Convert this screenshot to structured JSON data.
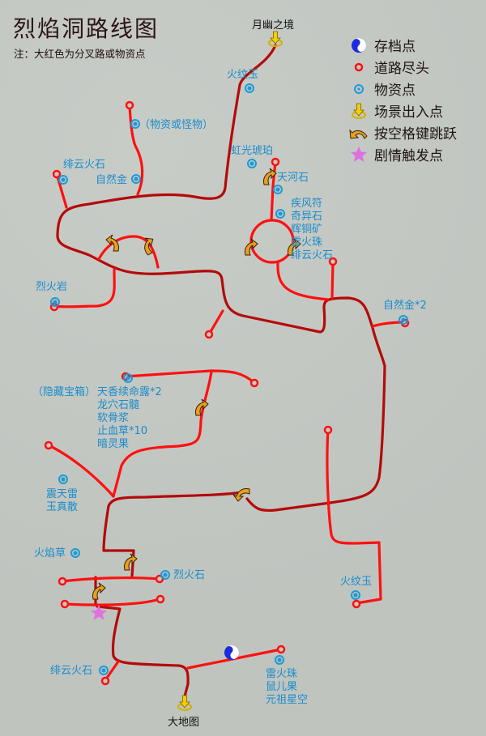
{
  "title": "烈焰洞路线图",
  "note": "注：大红色为分叉路或物资点",
  "colors": {
    "main_route": "#b40a0a",
    "branch_route": "#ff1010",
    "item_text": "#1b8ccc",
    "save_point": "#1a2be0",
    "jump_arrow": "#e8a020",
    "event_star": "#e070e0"
  },
  "legend": [
    {
      "icon": "yin-yang-icon",
      "label": "存档点"
    },
    {
      "icon": "red-ring-icon",
      "label": "道路尽头"
    },
    {
      "icon": "blue-target-icon",
      "label": "物资点"
    },
    {
      "icon": "down-arrow-ring-icon",
      "label": "场景出入点"
    },
    {
      "icon": "curved-arrow-icon",
      "label": "按空格键跳跃"
    },
    {
      "icon": "star-icon",
      "label": "剧情触发点"
    }
  ],
  "exits": {
    "top": "月幽之境",
    "bottom": "大地图"
  },
  "items": {
    "top_jade": "火纹玉",
    "item_or_monster": "（物资或怪物）",
    "feiyun_1": "绯云火石",
    "gold_1": "自然金",
    "amber": "虹光琥珀",
    "tianhe": "天河石",
    "cluster_right": [
      "疾风符",
      "奇异石",
      "辉铜矿",
      "雷火珠",
      "绯云火石"
    ],
    "lieyan_rock": "烈火岩",
    "gold_2": "自然金*2",
    "hidden_chest": "（隐藏宝箱）",
    "chest_items": [
      "天香续命露*2",
      "龙穴石髓",
      "软骨浆",
      "止血草*10",
      "暗灵果"
    ],
    "left_mid": [
      "震天雷",
      "玉真散"
    ],
    "flame_grass": "火焰草",
    "fire_stone": "烈火石",
    "bottom_jade": "火纹玉",
    "feiyun_2": "绯云火石",
    "bottom_right": [
      "雷火珠",
      "鼠儿果",
      "元祖星空"
    ]
  }
}
